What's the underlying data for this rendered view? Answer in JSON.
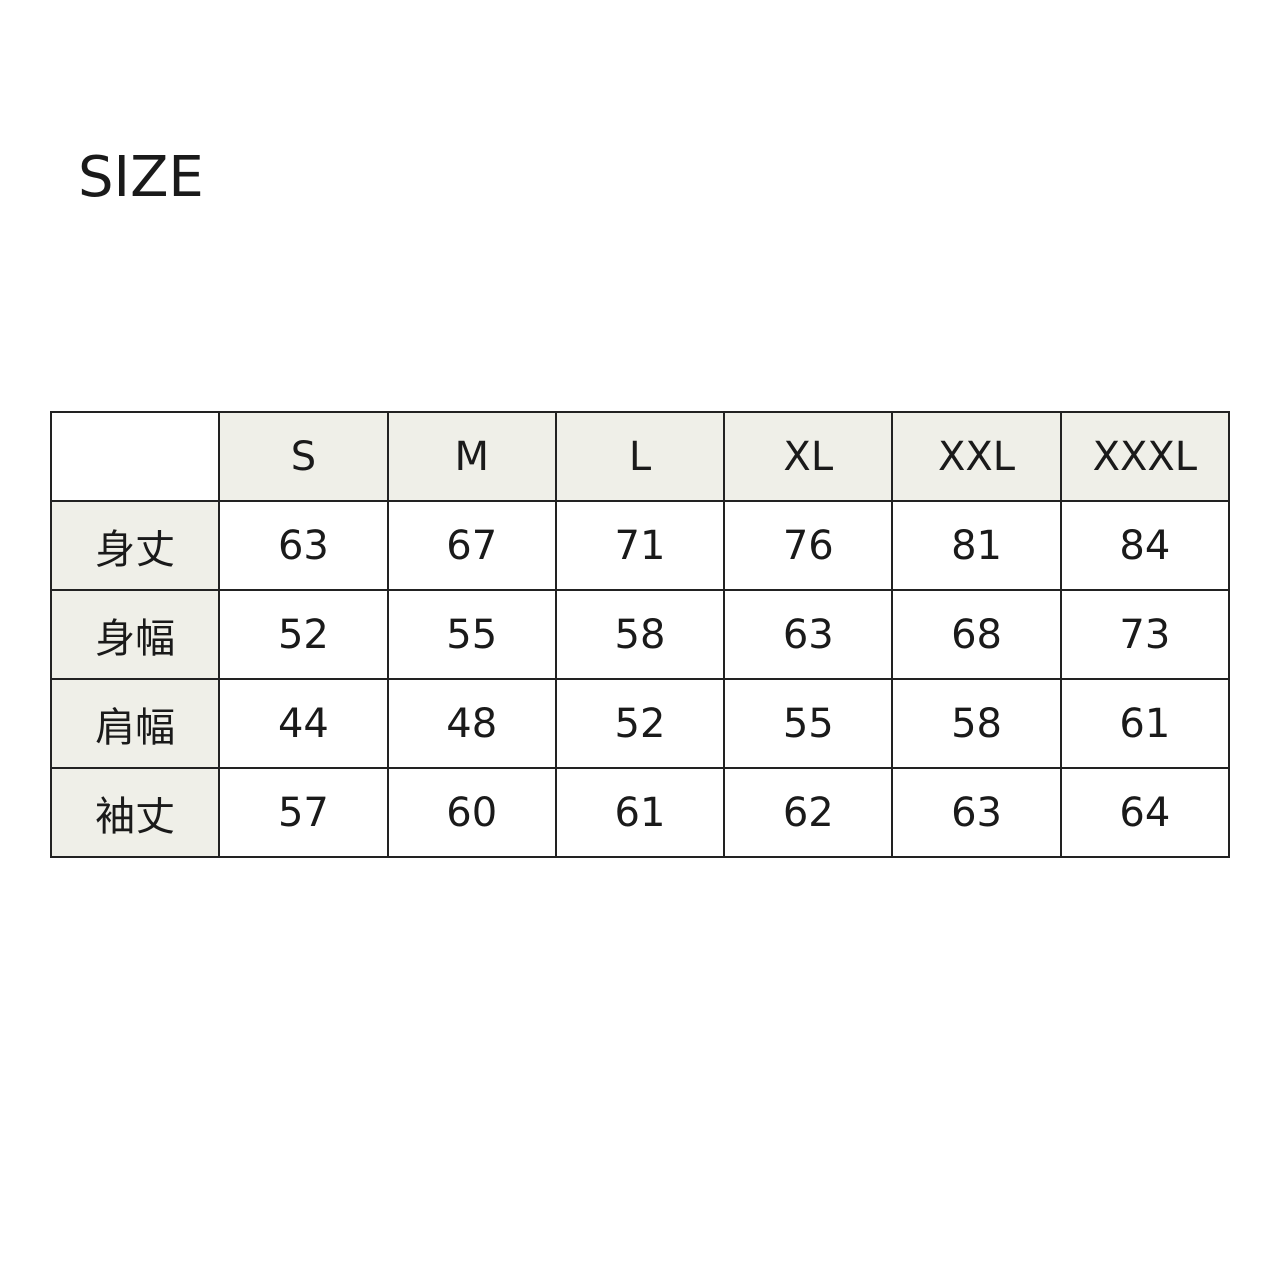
{
  "title": "SIZE",
  "table": {
    "columns": [
      "S",
      "M",
      "L",
      "XL",
      "XXL",
      "XXXL"
    ],
    "rows": [
      {
        "label": "身丈",
        "values": [
          "63",
          "67",
          "71",
          "76",
          "81",
          "84"
        ]
      },
      {
        "label": "身幅",
        "values": [
          "52",
          "55",
          "58",
          "63",
          "68",
          "73"
        ]
      },
      {
        "label": "肩幅",
        "values": [
          "44",
          "48",
          "52",
          "55",
          "58",
          "61"
        ]
      },
      {
        "label": "袖丈",
        "values": [
          "57",
          "60",
          "61",
          "62",
          "63",
          "64"
        ]
      }
    ]
  },
  "colors": {
    "header_bg": "#efefe8",
    "border": "#222222",
    "text": "#1a1a1a"
  }
}
